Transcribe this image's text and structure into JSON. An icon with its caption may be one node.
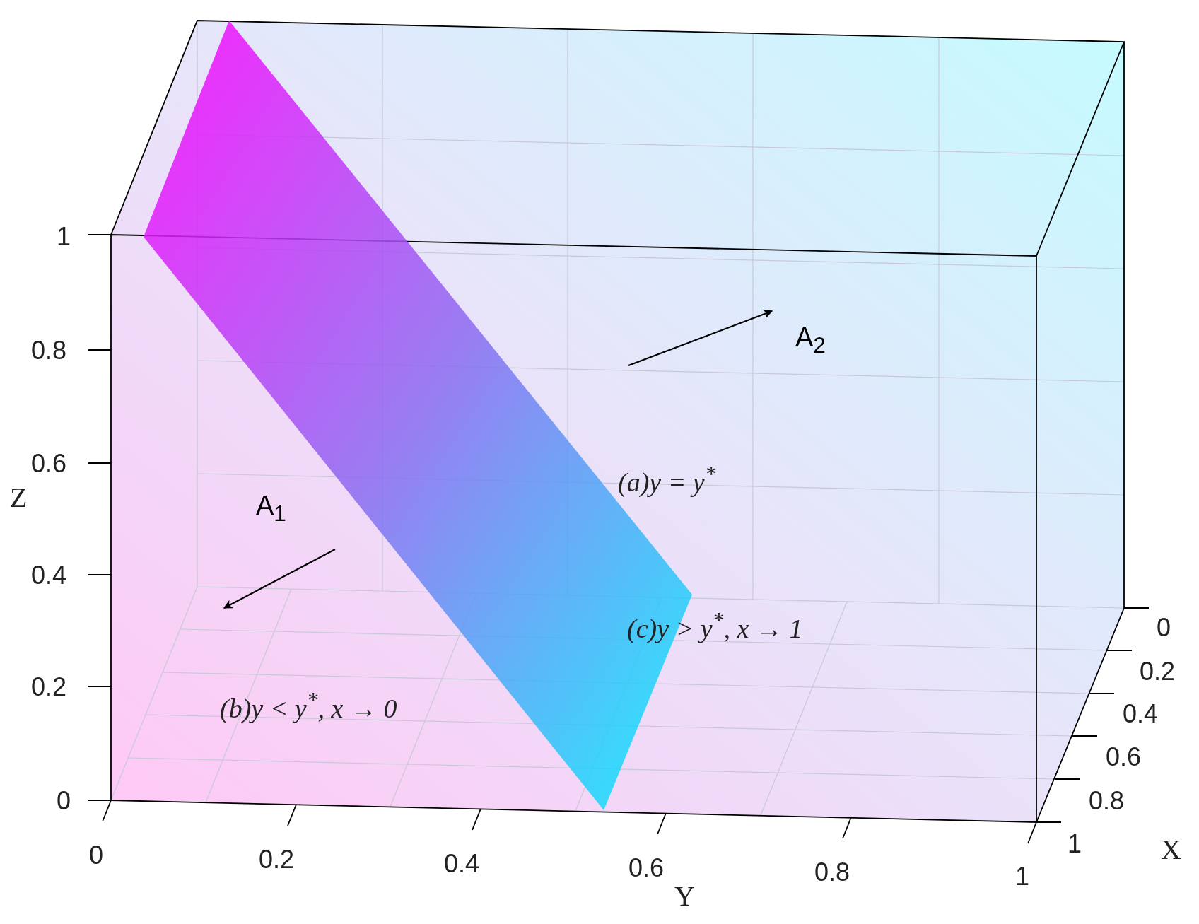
{
  "diagram": {
    "labels": [
      "1",
      "0.8",
      "A$_{2}$",
      "(a)y = y$^{*}$",
      "0.6",
      "Z",
      "A$_{1}$",
      "0.4",
      "(c)y > y$^{*}$, x → 1",
      "0",
      "0.2",
      "0.2",
      "(b)y < y$^{*}$, x → 0",
      "0.4",
      "0.6",
      "0",
      "0.8",
      "1",
      "0",
      "0.2",
      "0.4",
      "0.6",
      "0.8",
      "1",
      "X",
      "Y"
    ]
  }
}
